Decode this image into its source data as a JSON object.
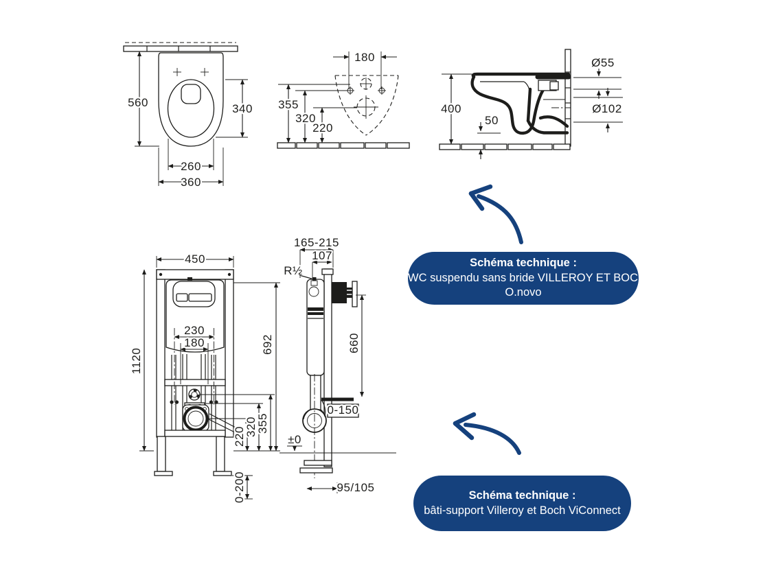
{
  "colors": {
    "drawing_line": "#1d1d1b",
    "accent_blue": "#15417d",
    "text_on_blue": "#ffffff",
    "background": "#ffffff"
  },
  "figures": {
    "wc_top_view": {
      "dims": {
        "overall_depth": "560",
        "seat_depth": "340",
        "seat_width": "260",
        "overall_width": "360"
      }
    },
    "wc_front_view": {
      "dims": {
        "fixing_spacing": "180",
        "h_rim": "355",
        "h_fixings": "320",
        "h_outlet": "220"
      }
    },
    "wc_side_view": {
      "dims": {
        "h_rim": "400",
        "bottom_gap": "50",
        "inlet_dia": "Ø55",
        "outlet_dia": "Ø102"
      }
    },
    "frame_front_view": {
      "dims": {
        "width": "450",
        "height": "1120",
        "bolt_spacing_outer": "230",
        "bolt_spacing_inner": "180",
        "h_outlet": "220",
        "h_fixplate": "320",
        "h_bracket": "355",
        "leg_adjust": "0-200",
        "h_flush": "692"
      }
    },
    "frame_side_view": {
      "dims": {
        "depth_range": "165-215",
        "depth_frame": "107",
        "water_conn": "R½",
        "h_outlet_conn": "660",
        "outlet_adjust": "0-150",
        "floor_level": "±0",
        "foot_depth": "95/105"
      }
    }
  },
  "callouts": {
    "wc": {
      "title": "Schéma technique :",
      "line1": "WC suspendu sans bride VILLEROY ET BOCH",
      "line2": "O.novo"
    },
    "frame": {
      "title": "Schéma technique :",
      "line1": "bâti-support Villeroy et Boch ViConnect"
    }
  }
}
